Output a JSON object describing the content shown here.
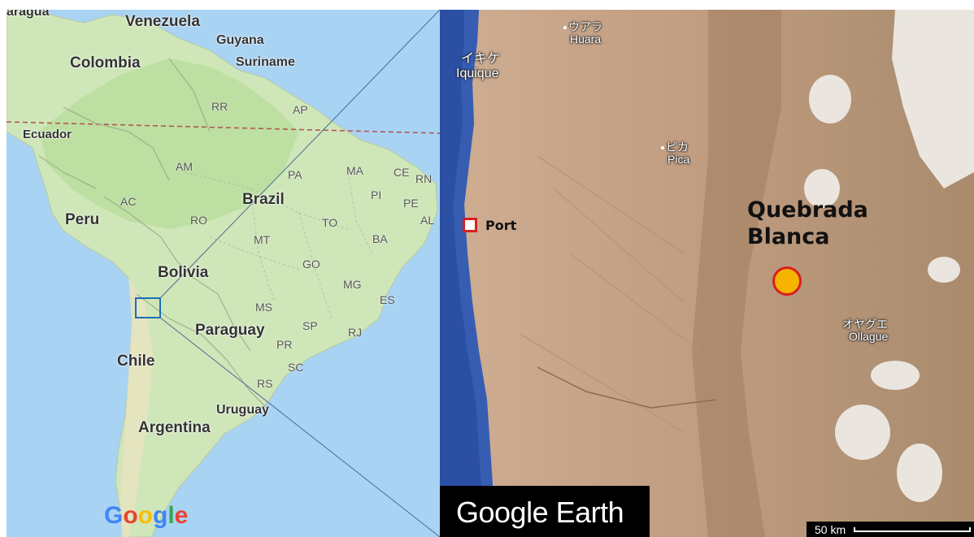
{
  "left_map": {
    "edge_label": "aragua",
    "countries": {
      "venezuela": "Venezuela",
      "guyana": "Guyana",
      "suriname": "Suriname",
      "colombia": "Colombia",
      "ecuador": "Ecuador",
      "brazil": "Brazil",
      "peru": "Peru",
      "bolivia": "Bolivia",
      "paraguay": "Paraguay",
      "chile": "Chile",
      "uruguay": "Uruguay",
      "argentina": "Argentina"
    },
    "states": {
      "rr": "RR",
      "ap": "AP",
      "am": "AM",
      "pa": "PA",
      "ma": "MA",
      "ce": "CE",
      "rn": "RN",
      "pi": "PI",
      "pe": "PE",
      "ac": "AC",
      "ro": "RO",
      "to": "TO",
      "al": "AL",
      "mt": "MT",
      "ba": "BA",
      "go": "GO",
      "mg": "MG",
      "ms": "MS",
      "es": "ES",
      "sp": "SP",
      "rj": "RJ",
      "pr": "PR",
      "sc": "SC",
      "rs": "RS"
    },
    "logo": {
      "g1": "G",
      "o1": "o",
      "o2": "o",
      "g2": "g",
      "l": "l",
      "e": "e"
    },
    "logo_colors": {
      "blue": "#4285F4",
      "red": "#EA4335",
      "yellow": "#FBBC05",
      "green": "#34A853"
    }
  },
  "right_map": {
    "places": {
      "huara_jp": "ウアラ",
      "huara": "Huara",
      "iquique_jp": "イキケ",
      "iquique": "Iquique",
      "pica_jp": "ピカ",
      "pica": "Pica",
      "ollague_jp": "オヤグエ",
      "ollague": "Ollague"
    },
    "annotations": {
      "port": "Port",
      "quebrada_line1": "Quebrada",
      "quebrada_line2": "Blanca"
    },
    "watermark": "Google Earth",
    "scale": "50 km"
  },
  "colors": {
    "marker_fill": "#f5b400",
    "marker_outline": "#d91f1f",
    "ocean": "#a9d3f2",
    "land": "#cfe6b8",
    "pacific_deep": "#2b4fa3"
  }
}
